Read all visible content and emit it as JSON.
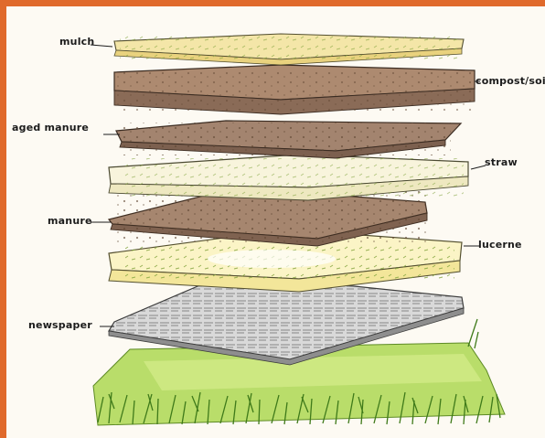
{
  "diagram": {
    "layers": [
      {
        "id": "mulch",
        "label": "mulch",
        "color": "#f2e3a0"
      },
      {
        "id": "compost-soil",
        "label": "compost/soil",
        "color": "#a8846a"
      },
      {
        "id": "aged-manure",
        "label": "aged manure",
        "color": "#9d7e69"
      },
      {
        "id": "straw",
        "label": "straw",
        "color": "#f6f0cf"
      },
      {
        "id": "manure",
        "label": "manure",
        "color": "#a0806b"
      },
      {
        "id": "lucerne",
        "label": "lucerne",
        "color": "#f8eeb0"
      },
      {
        "id": "newspaper",
        "label": "newspaper",
        "color": "#c8c8c8"
      },
      {
        "id": "grass",
        "label": "",
        "color": "#b9dd6a"
      }
    ],
    "frame_color": "#e06a2c"
  }
}
